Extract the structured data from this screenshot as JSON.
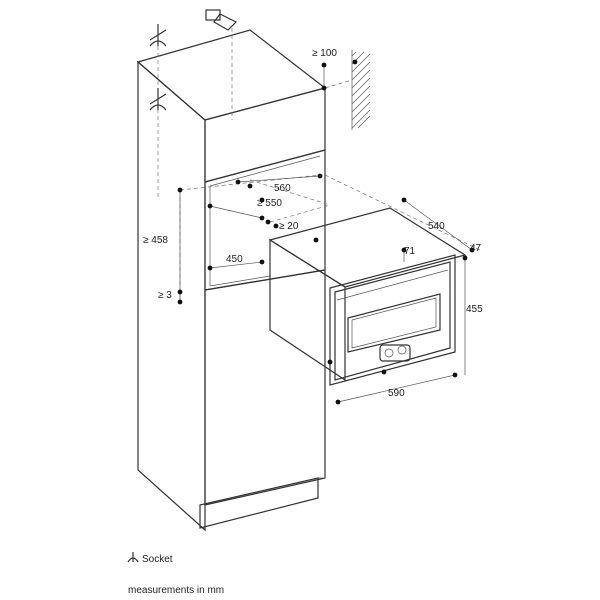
{
  "dimensions": {
    "clearance_top": "≥ 100",
    "niche_depth": "560",
    "niche_width_min": "≥ 550",
    "niche_gap": "≥ 20",
    "niche_height_min": "≥ 458",
    "niche_inner_width": "450",
    "bottom_gap_min": "≥ 3",
    "appliance_depth": "540",
    "front_thickness": "47",
    "control_offset": "71",
    "appliance_height": "455",
    "appliance_width": "590"
  },
  "legend": {
    "socket_label": "Socket",
    "units_note": "measurements in mm"
  }
}
